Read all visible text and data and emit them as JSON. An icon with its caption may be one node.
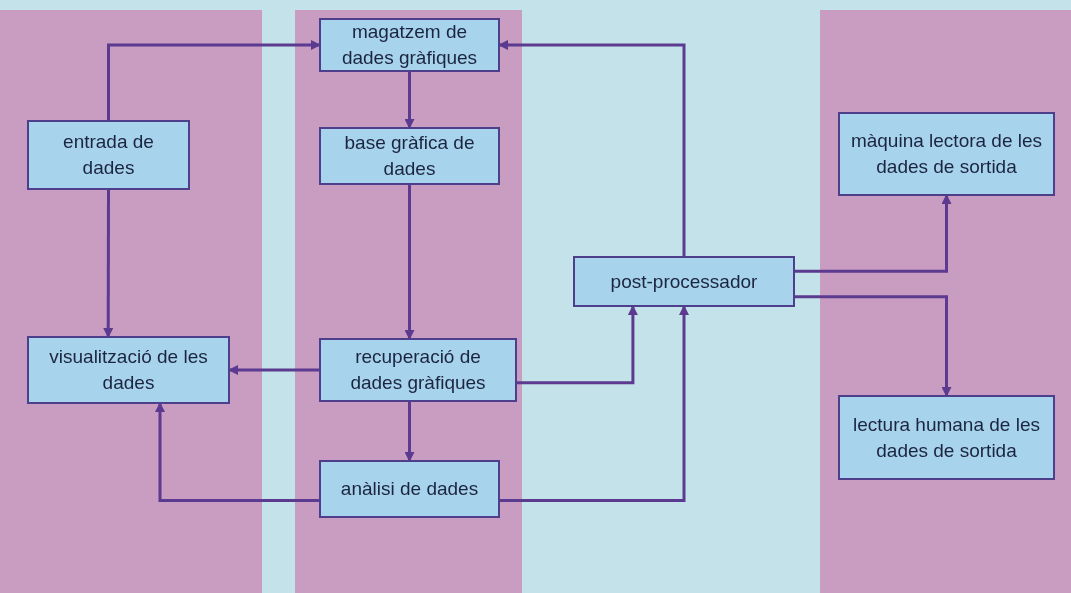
{
  "diagram": {
    "nodes": [
      {
        "text": [
          "magatzem de dades gràfiques"
        ]
      },
      {
        "text": [
          "entrada de dades"
        ]
      },
      {
        "text": [
          "base gràfica de dades"
        ]
      },
      {
        "text": [
          "màquina lectora de les dades de sortida"
        ]
      },
      {
        "text": [
          "post-processador"
        ]
      },
      {
        "text": [
          "visualització de les dades"
        ]
      },
      {
        "text": [
          "recuperació de dades gràfiques"
        ]
      },
      {
        "text": [
          "lectura humana de les dades de sortida"
        ]
      },
      {
        "text": [
          "anàlisi de dades"
        ]
      }
    ],
    "edges": [
      {
        "from": 1,
        "to": 0,
        "arrow": "to"
      },
      {
        "from": 1,
        "to": 5,
        "arrow": "to"
      },
      {
        "from": 0,
        "to": 2,
        "arrow": "to"
      },
      {
        "from": 2,
        "to": 6,
        "arrow": "to"
      },
      {
        "from": 6,
        "to": 5,
        "arrow": "to"
      },
      {
        "from": 6,
        "to": 4,
        "arrow": "to"
      },
      {
        "from": 6,
        "to": 8,
        "arrow": "to"
      },
      {
        "from": 8,
        "to": 5,
        "arrow": "to"
      },
      {
        "from": 8,
        "to": 4,
        "arrow": "to"
      },
      {
        "from": 4,
        "to": 0,
        "arrow": "to"
      },
      {
        "from": 4,
        "to": 3,
        "arrow": "to"
      },
      {
        "from": 4,
        "to": 7,
        "arrow": "to"
      }
    ]
  }
}
